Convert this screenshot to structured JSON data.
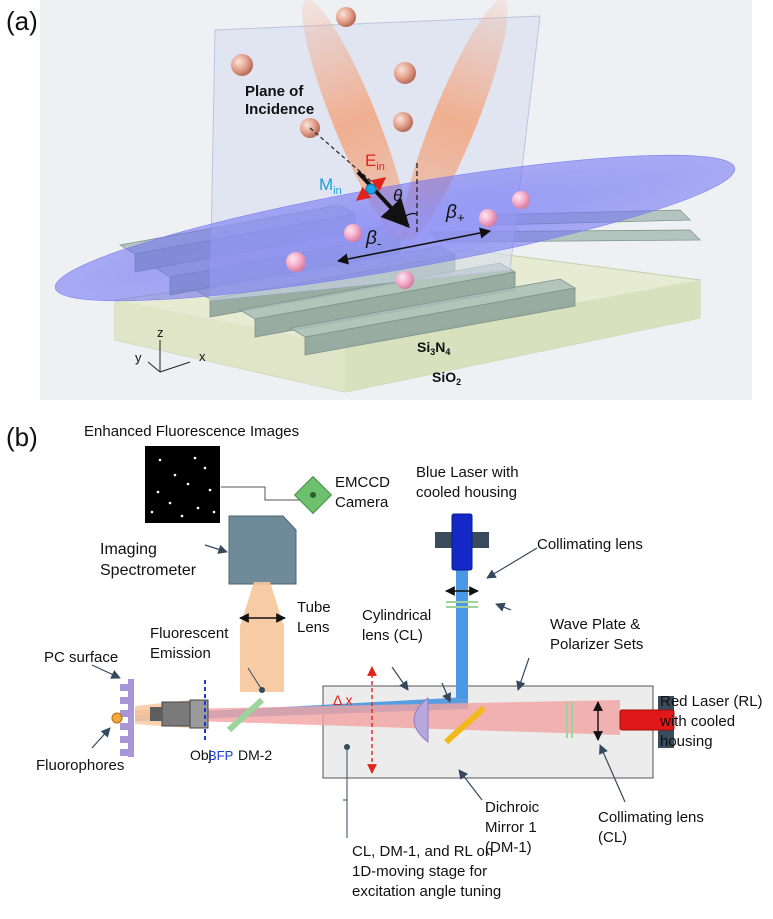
{
  "panel_a": {
    "letter": "(a)",
    "plane_label": "Plane of\nIncidence",
    "e_field": {
      "symbol": "E",
      "subscript": "in"
    },
    "m_field": {
      "symbol": "M",
      "subscript": "in"
    },
    "theta": "θ",
    "beta_plus": {
      "symbol": "β",
      "subscript": "+"
    },
    "beta_minus": {
      "symbol": "β",
      "subscript": "-"
    },
    "axes": {
      "z": "z",
      "y": "y",
      "x": "x"
    },
    "materials": [
      "Si3N4",
      "SiO2"
    ],
    "colors": {
      "plane": "#dfe4f0",
      "beam": "#f4b07a",
      "disk": "#6f73f0",
      "grating": "#9fb4ad",
      "substrate": "#e6ebd2",
      "particle": "#e8a48c"
    }
  },
  "panel_b": {
    "letter": "(b)",
    "images_title": "Enhanced Fluorescence Images",
    "emccd": "EMCCD\nCamera",
    "imaging_spectrometer": "Imaging\nSpectrometer",
    "tube_lens": "Tube\nLens",
    "fluorescent_emission": "Fluorescent\nEmission",
    "pc_surface": "PC surface",
    "fluorophores": "Fluorophores",
    "objective": "Obj.",
    "bfp": "BFP",
    "dm2": "DM-2",
    "blue_laser": "Blue Laser with\ncooled housing",
    "collimating_lens_top": "Collimating lens",
    "cylindrical_lens": "Cylindrical\nlens (CL)",
    "wave_plate": "Wave Plate &\nPolarizer Sets",
    "delta_x": "Δ x",
    "red_laser": "Red Laser (RL)\nwith cooled\nhousing",
    "dichroic": "Dichroic\nMirror 1\n(DM-1)",
    "collimating_lens_bottom": "Collimating lens\n(CL)",
    "stage_note": "CL, DM-1, and RL on\n1D-moving stage for\nexcitation angle tuning",
    "colors": {
      "blue_beam": "#3d8fe0",
      "red_beam": "#f4a3a3",
      "orange_beam": "#f6c79a",
      "dichroic": "#f2b81c",
      "dm2": "#9dd39d",
      "laser_blue": "#1428c8",
      "laser_red": "#e11818",
      "camera": "#5cb85c",
      "spectrometer": "#6e8a99"
    }
  }
}
